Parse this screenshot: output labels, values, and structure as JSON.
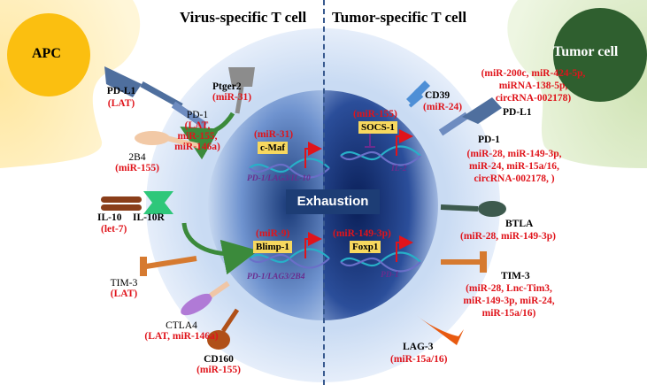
{
  "headers": {
    "left": "Virus-specific T cell",
    "right": "Tumor-specific T cell"
  },
  "cells": {
    "apc": "APC",
    "tumor": "Tumor cell"
  },
  "center_label": "Exhaustion",
  "left_side": {
    "pdl1": {
      "name": "PD-L1",
      "reg": "(LAT)"
    },
    "ptger2": {
      "name": "Ptger2",
      "reg": "(miR-31)"
    },
    "pd1": {
      "name": "PD-1",
      "reg": [
        "(LAT,",
        "miR-155,",
        "miR-146a)"
      ]
    },
    "b24": {
      "name": "2B4",
      "reg": "(miR-155)"
    },
    "il10": {
      "name": "IL-10",
      "reg": "(let-7)"
    },
    "il10r": {
      "name": "IL-10R"
    },
    "tim3": {
      "name": "TIM-3",
      "reg": "(LAT)"
    },
    "ctla4": {
      "name": "CTLA4",
      "reg": "(LAT, miR-146a)"
    },
    "cd160": {
      "name": "CD160",
      "reg": "(miR-155)"
    }
  },
  "nucleus_left": {
    "cmaf": {
      "mirna": "(miR-31)",
      "tf": "c-Maf",
      "targets": "PD-1/LAG3/IL-10"
    },
    "blimp": {
      "mirna": "(miR-9)",
      "tf": "Blimp-1",
      "targets": "PD-1/LAG3/2B4"
    }
  },
  "nucleus_right": {
    "socs": {
      "mirna": "(miR-155)",
      "tf": "SOCS-1",
      "target": "IL-2"
    },
    "foxp1": {
      "mirna": "(miR-149-3p)",
      "tf": "Foxp1",
      "target": "PD-1"
    }
  },
  "right_side": {
    "cd39": {
      "name": "CD39",
      "reg": "(miR-24)"
    },
    "pdl1_reg": [
      "(miR-200c, miR-424-5p,",
      "miRNA-138-5p,",
      "circRNA-002178)"
    ],
    "pdl1": {
      "name": "PD-L1"
    },
    "pd1": {
      "name": "PD-1",
      "reg": [
        "(miR-28, miR-149-3p,",
        "miR-24, miR-15a/16,",
        "circRNA-002178, )"
      ]
    },
    "btla": {
      "name": "BTLA",
      "reg": "(miR-28, miR-149-3p)"
    },
    "tim3": {
      "name": "TIM-3",
      "reg": [
        "(miR-28, Lnc-Tim3,",
        "miR-149-3p, miR-24,",
        "miR-15a/16)"
      ]
    },
    "lag3": {
      "name": "LAG-3",
      "reg": "(miR-15a/16)"
    }
  },
  "colors": {
    "accent_red": "#e0141b",
    "apc_yellow": "#fbbf10",
    "tumor_green": "#2f5f2f",
    "exhaustion_box": "#1d3d75",
    "tf_highlight": "#f7d85f"
  }
}
